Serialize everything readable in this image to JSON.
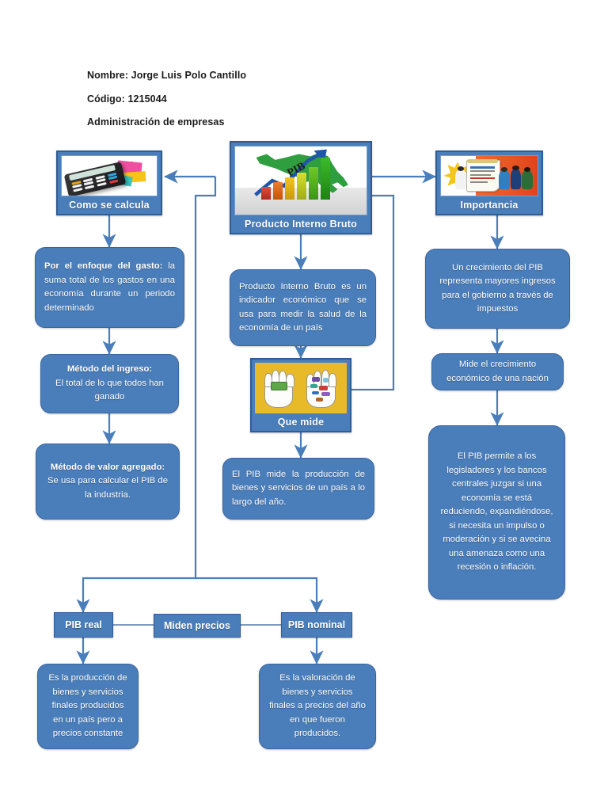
{
  "header": {
    "line1_label": "Nombre:",
    "line1_value": "Jorge Luis Polo Cantillo",
    "line1": "Nombre: Jorge Luis Polo Cantillo",
    "line2": "Código: 1215044",
    "line3": "Administración de empresas"
  },
  "colors": {
    "node_fill": "#4a7ebb",
    "node_border": "#2f5c93",
    "connector": "#4a7ebb",
    "text": "#ffffff",
    "header_text": "#1a1a1a",
    "hands_background": "#e8b928"
  },
  "nodes": {
    "center_main": {
      "caption": "Producto Interno Bruto",
      "image": "mexico-map-gdp-bar-chart"
    },
    "left_main": {
      "caption": "Como se calcula",
      "image": "calculator-sticky-notes"
    },
    "right_main": {
      "caption": "Importancia",
      "image": "clipboard-document-people"
    },
    "que_mide": {
      "caption": "Que mide",
      "image": "two-open-hands-goods"
    }
  },
  "left_column": [
    {
      "id": "enfoque-gasto",
      "bold": "Por el enfoque del gasto:",
      "rest": " la suma total de los gastos en una economía durante un periodo determinado",
      "align": "just"
    },
    {
      "id": "metodo-ingreso",
      "bold": "Método del ingreso:",
      "rest": "El total de lo que todos han ganado",
      "align": "ctr"
    },
    {
      "id": "metodo-valor-agregado",
      "bold": "Método de valor agregado:",
      "rest": "Se usa para calcular el PIB de la industria.",
      "align": "ctr"
    }
  ],
  "center_column": [
    {
      "id": "definicion-pib",
      "text": "Producto Interno Bruto es un indicador económico que se usa para medir la salud de la economía de un país",
      "align": "just"
    },
    {
      "id": "que-mide-detalle",
      "text": "El PIB mide la producción de bienes y servicios de un país a lo largo del año.",
      "align": "just"
    }
  ],
  "right_column": [
    {
      "id": "crecimiento-impuestos",
      "text": "Un crecimiento del PIB representa mayores ingresos para el gobierno a través de impuestos",
      "align": "ctr"
    },
    {
      "id": "mide-crecimiento",
      "text": "Mide el crecimiento económico de una nación",
      "align": "ctr"
    },
    {
      "id": "legisladores-bancos",
      "text": "El PIB permite a los legisladores y los bancos centrales juzgar si una economía se está reduciendo, expandiéndose, si necesita un impulso o moderación y si se avecina una amenaza como una recesión o inflación.",
      "align": "ctr"
    }
  ],
  "bottom_row": {
    "left_label": "PIB real",
    "middle_label": "Miden precios",
    "right_label": "PIB nominal"
  },
  "bottom_boxes": [
    {
      "id": "pib-real-detalle",
      "text": "Es la producción de bienes y servicios finales producidos en un país pero a precios constante",
      "align": "ctr"
    },
    {
      "id": "pib-nominal-detalle",
      "text": "Es la valoración de bienes y servicios finales a precios del año en que fueron producidos.",
      "align": "ctr"
    }
  ]
}
